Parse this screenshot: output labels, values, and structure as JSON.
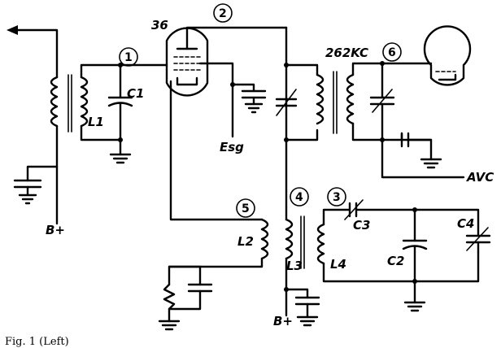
{
  "labels": {
    "tube1": "36",
    "freq": "262KC",
    "C1": "C1",
    "L1": "L1",
    "Esg": "Esg",
    "Bplus_left": "B+",
    "Bplus_bottom": "B+",
    "AVC": "AVC",
    "L2": "L2",
    "L3": "L3",
    "L4": "L4",
    "C2": "C2",
    "C3": "C3",
    "C4": "C4"
  },
  "points": [
    "1",
    "2",
    "3",
    "4",
    "5",
    "6"
  ],
  "caption": "Fig. 1 (Left)"
}
